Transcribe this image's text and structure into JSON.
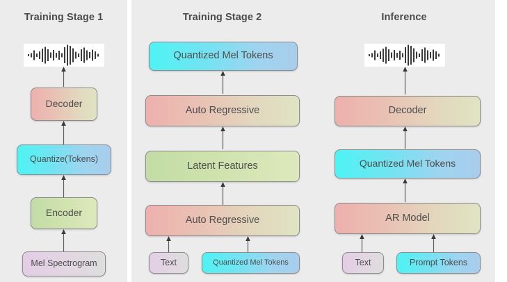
{
  "panels": [
    {
      "id": "training-stage-1",
      "title": "Training Stage 1",
      "nodes": [
        {
          "id": "waveform-output",
          "label": "",
          "kind": "waveform"
        },
        {
          "id": "decoder",
          "label": "Decoder",
          "style": "warm"
        },
        {
          "id": "quantize-tokens",
          "label": "Quantize(Tokens)",
          "style": "cyan"
        },
        {
          "id": "encoder",
          "label": "Encoder",
          "style": "green"
        },
        {
          "id": "mel-spectrogram",
          "label": "Mel Spectrogram",
          "style": "purple"
        }
      ]
    },
    {
      "id": "training-stage-2",
      "title": "Training Stage 2",
      "nodes": [
        {
          "id": "quantized-mel-tokens-out",
          "label": "Quantized Mel Tokens",
          "style": "cyan"
        },
        {
          "id": "auto-regressive-top",
          "label": "Auto Regressive",
          "style": "warm"
        },
        {
          "id": "latent-features",
          "label": "Latent Features",
          "style": "green"
        },
        {
          "id": "auto-regressive-bottom",
          "label": "Auto Regressive",
          "style": "warm"
        },
        {
          "id": "text-input",
          "label": "Text",
          "style": "purple"
        },
        {
          "id": "quantized-mel-tokens-in",
          "label": "Quantized Mel Tokens",
          "style": "cyan"
        }
      ]
    },
    {
      "id": "inference",
      "title": "Inference",
      "nodes": [
        {
          "id": "waveform-output",
          "label": "",
          "kind": "waveform"
        },
        {
          "id": "decoder",
          "label": "Decoder",
          "style": "warm"
        },
        {
          "id": "quantized-mel-tokens",
          "label": "Quantized Mel Tokens",
          "style": "cyan"
        },
        {
          "id": "ar-model",
          "label": "AR Model",
          "style": "warm"
        },
        {
          "id": "text-input",
          "label": "Text",
          "style": "purple"
        },
        {
          "id": "prompt-tokens",
          "label": "Prompt Tokens",
          "style": "cyan"
        }
      ]
    }
  ],
  "colors": {
    "panel_background": "#ececec",
    "page_background": "#ffffff",
    "node_border": "#8c8c8c",
    "text": "#4d4d4d",
    "title_text": "#4a4a4a",
    "arrow": "#5b5b5b",
    "warm_gradient_start": "#eeb0ad",
    "warm_gradient_end": "#dfe4c3",
    "cyan_gradient_start": "#4ef3f3",
    "cyan_gradient_end": "#a8cdec",
    "green_gradient_start": "#c2dca6",
    "green_gradient_end": "#dde9bd",
    "purple_gradient_start": "#e3cde6",
    "purple_gradient_end": "#dedede"
  }
}
